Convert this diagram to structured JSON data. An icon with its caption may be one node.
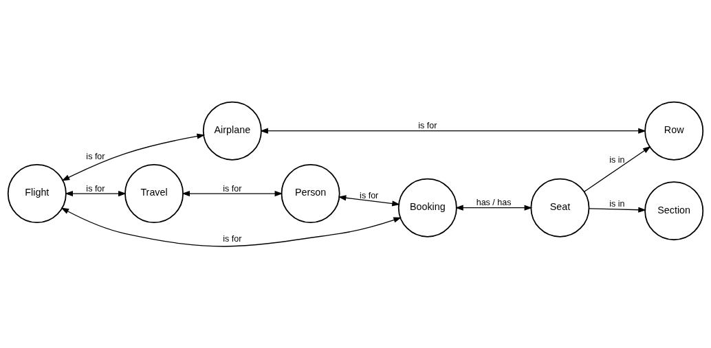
{
  "diagram": {
    "nodes": [
      {
        "text": [
          "Airplane"
        ]
      },
      {
        "text": [
          "Row"
        ]
      },
      {
        "text": [
          "Flight"
        ]
      },
      {
        "text": [
          "Travel"
        ]
      },
      {
        "text": [
          "Booking"
        ]
      },
      {
        "text": [
          "Seat"
        ]
      },
      {
        "text": [
          "Section"
        ]
      },
      {
        "text": [
          "Person"
        ]
      }
    ],
    "edges": [
      {
        "from": 2,
        "to": 0,
        "arrow": "both",
        "label": "is for"
      },
      {
        "from": 0,
        "to": 1,
        "arrow": "both",
        "label": "is for"
      },
      {
        "from": 2,
        "to": 3,
        "arrow": "both",
        "label": "is for"
      },
      {
        "from": 2,
        "to": 4,
        "arrow": "both",
        "label": "is for"
      },
      {
        "from": 3,
        "to": 7,
        "arrow": "both",
        "label": "is for"
      },
      {
        "from": 7,
        "to": 4,
        "arrow": "both",
        "label": "is for"
      },
      {
        "from": 4,
        "to": 5,
        "arrow": "both",
        "label": "has / has"
      },
      {
        "from": 5,
        "to": 1,
        "arrow": "to",
        "label": "is in"
      },
      {
        "from": 5,
        "to": 6,
        "arrow": "to",
        "label": "is in"
      }
    ]
  }
}
